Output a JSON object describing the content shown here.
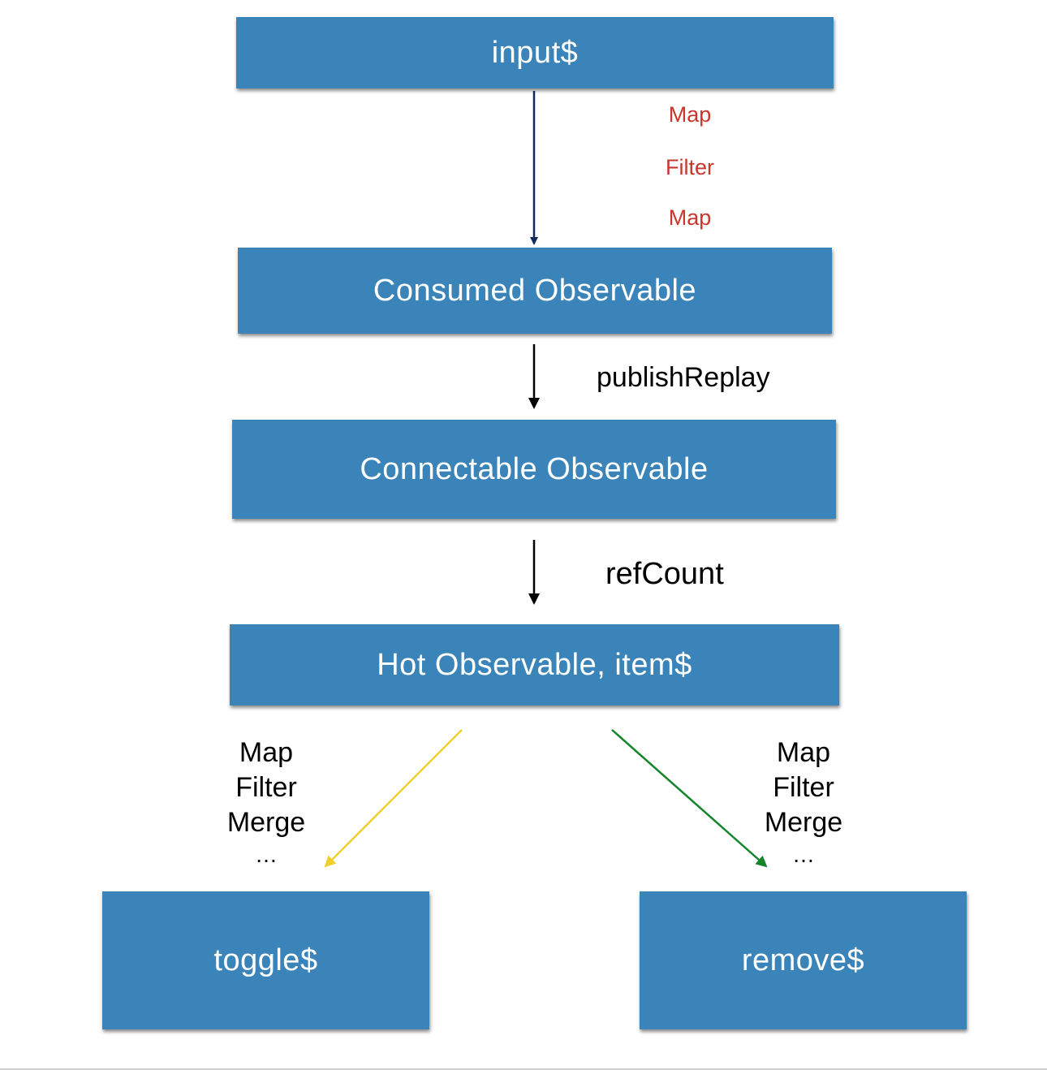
{
  "nodes": {
    "input": "input$",
    "consumed": "Consumed Observable",
    "connectable": "Connectable Observable",
    "hot": "Hot Observable, item$",
    "toggle": "toggle$",
    "remove": "remove$"
  },
  "edges": {
    "input_to_consumed": {
      "ops": [
        "Map",
        "Filter",
        "Map"
      ],
      "color": "#102a5c"
    },
    "consumed_to_connectable": {
      "label": "publishReplay",
      "color": "#000000"
    },
    "connectable_to_hot": {
      "label": "refCount",
      "color": "#000000"
    },
    "hot_to_toggle": {
      "ops": [
        "Map",
        "Filter",
        "Merge",
        "…"
      ],
      "color": "#f0cf2c"
    },
    "hot_to_remove": {
      "ops": [
        "Map",
        "Filter",
        "Merge",
        "…"
      ],
      "color": "#13862a"
    }
  },
  "colors": {
    "box": "#3a84b9",
    "box_text": "#ffffff",
    "op_text": "#c8362c"
  }
}
